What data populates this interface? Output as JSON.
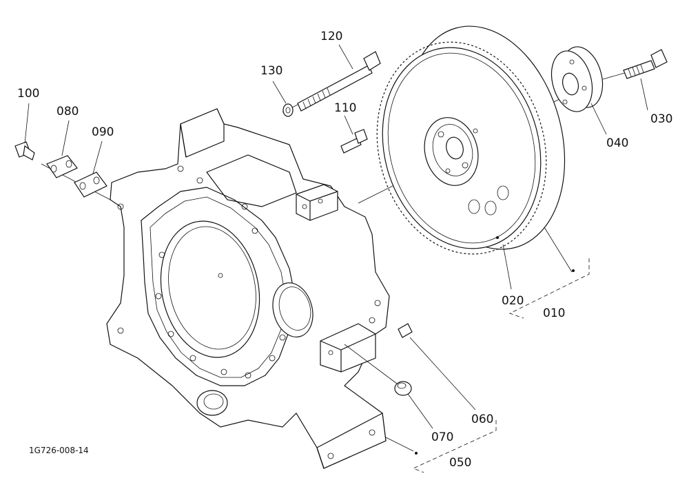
{
  "drawing_code": "1G726-008-14",
  "callouts": {
    "p010": "010",
    "p020": "020",
    "p030": "030",
    "p040": "040",
    "p050": "050",
    "p060": "060",
    "p070": "070",
    "p080": "080",
    "p090": "090",
    "p100": "100",
    "p110": "110",
    "p120": "120",
    "p130": "130"
  }
}
